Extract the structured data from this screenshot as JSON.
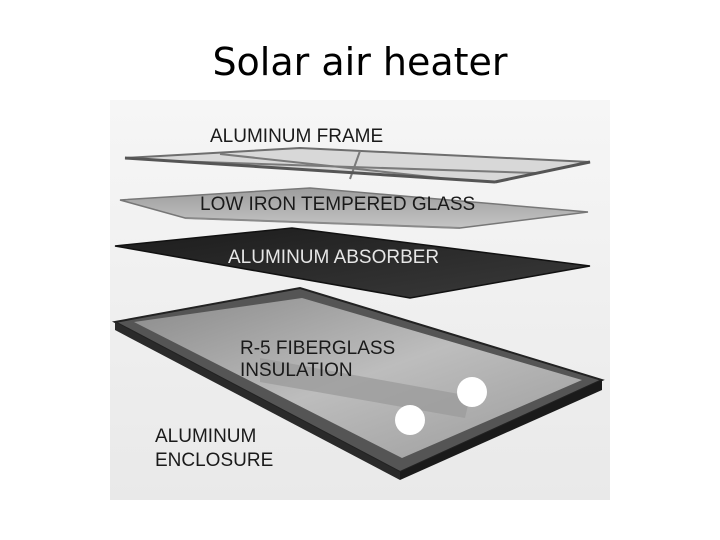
{
  "title": "Solar air heater",
  "figure": {
    "layers": [
      {
        "label": "ALUMINUM FRAME"
      },
      {
        "label": "LOW IRON TEMPERED GLASS"
      },
      {
        "label": "ALUMINUM ABSORBER"
      },
      {
        "label_line1": "R-5 FIBERGLASS",
        "label_line2": "INSULATION"
      },
      {
        "label_line1": "ALUMINUM",
        "label_line2": "ENCLOSURE"
      }
    ]
  }
}
